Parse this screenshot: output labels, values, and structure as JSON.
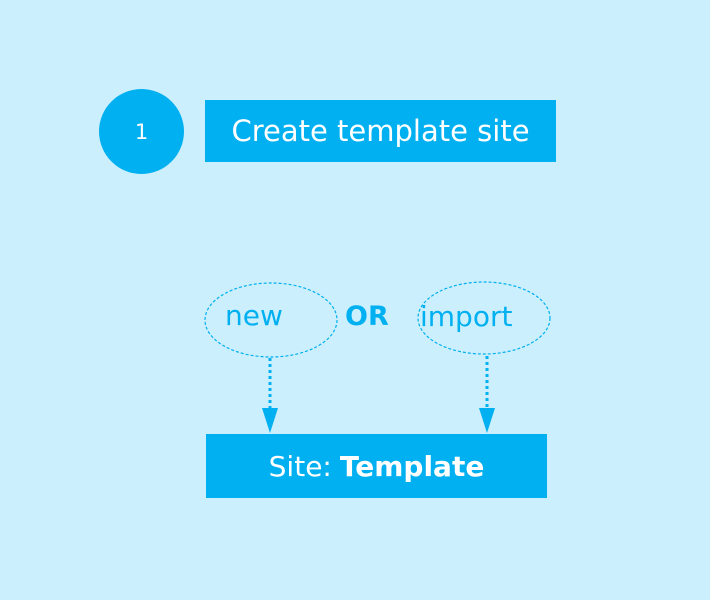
{
  "step": {
    "number": "1",
    "title": "Create template site"
  },
  "options": {
    "new_label": "new",
    "or_label": "OR",
    "import_label": "import"
  },
  "site": {
    "prefix": "Site:",
    "name": "Template"
  },
  "colors": {
    "background": "#cceffe",
    "accent": "#00b0f0",
    "text_on_accent": "#ffffff"
  }
}
